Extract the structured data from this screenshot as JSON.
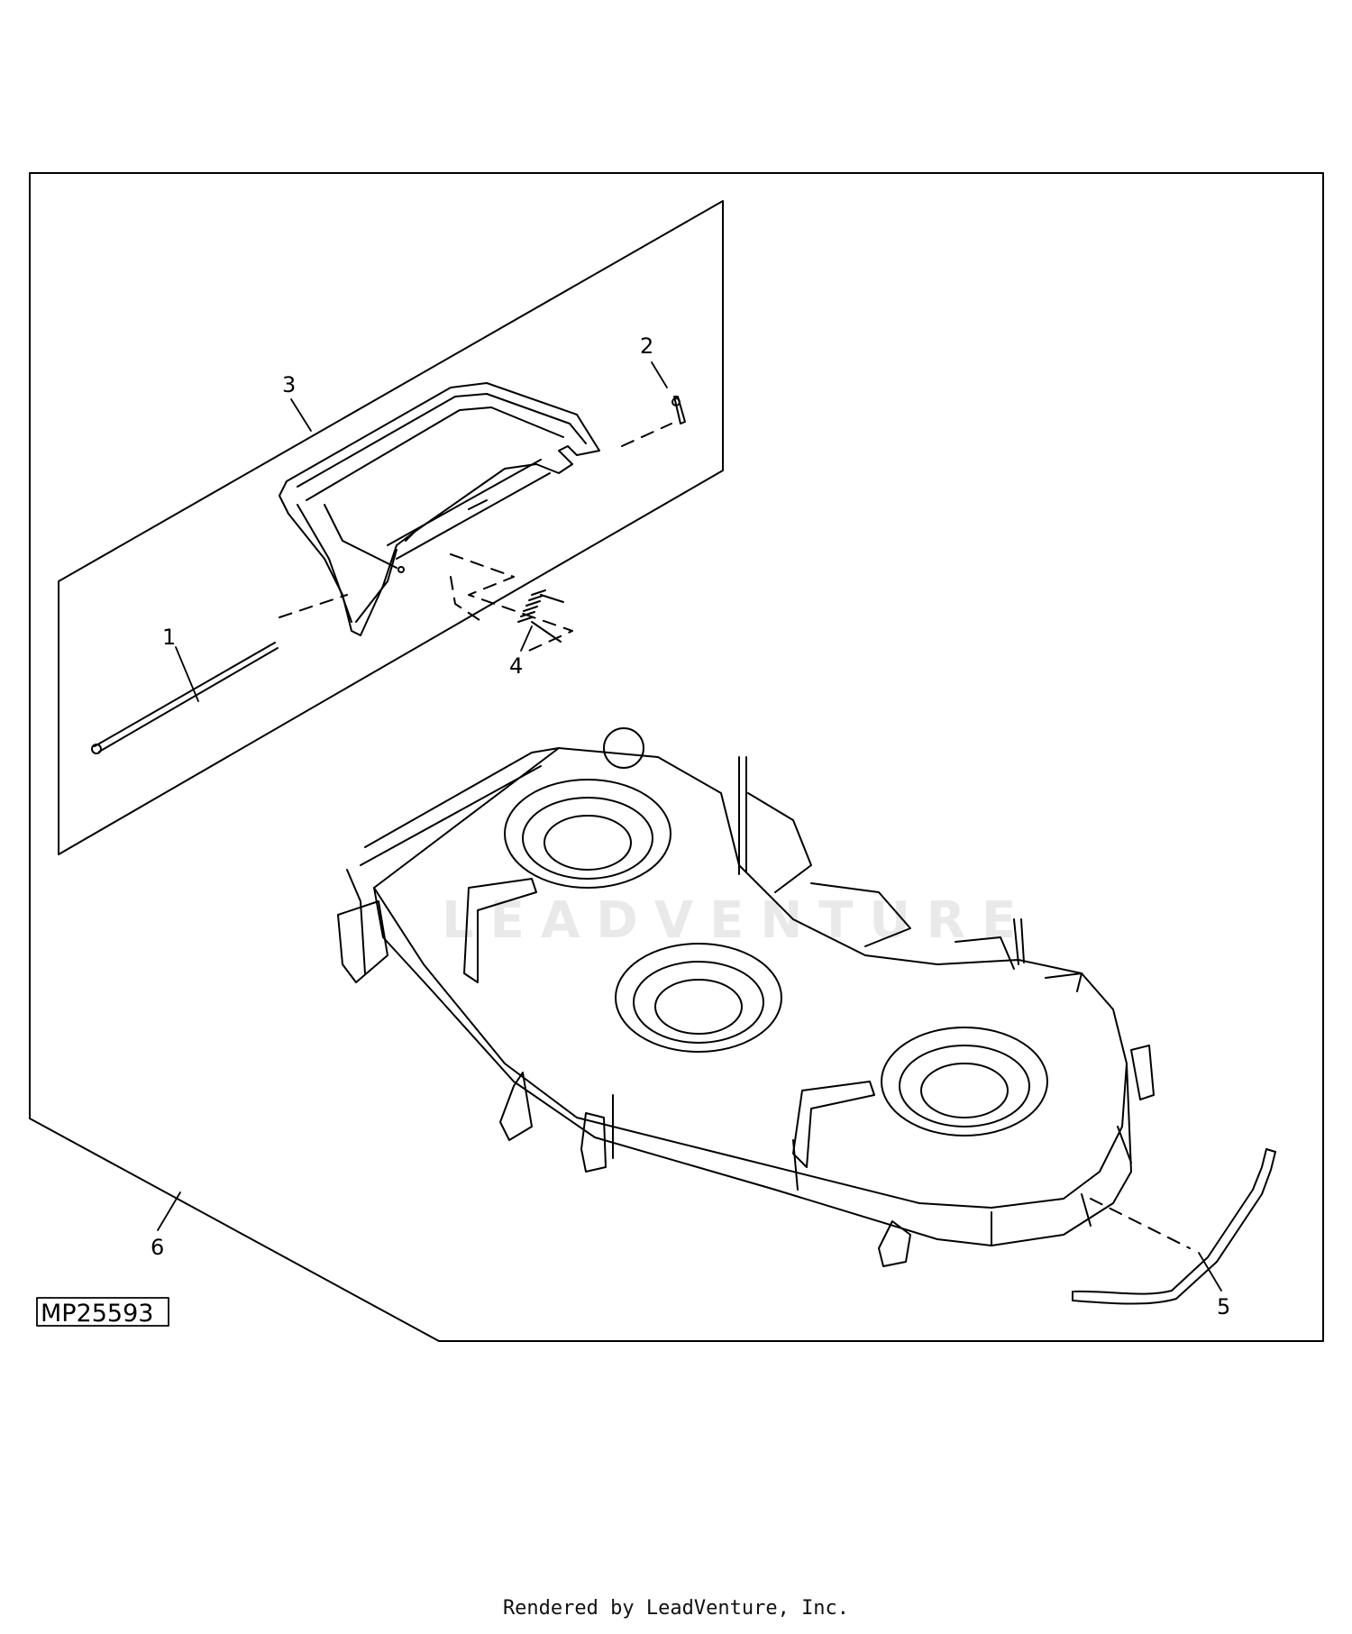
{
  "callouts": {
    "c1": "1",
    "c2": "2",
    "c3": "3",
    "c4": "4",
    "c5": "5",
    "c6": "6"
  },
  "figure_id": "MP25593",
  "watermark": "LEADVENTURE",
  "footer": "Rendered by LeadVenture, Inc.",
  "parts": [
    "pin",
    "cotter-pin",
    "discharge-chute",
    "spring",
    "bumper",
    "mower-deck"
  ]
}
